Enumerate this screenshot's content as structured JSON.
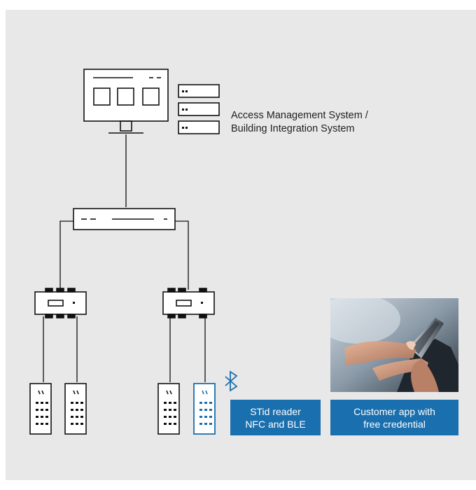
{
  "system_caption": {
    "line1": "Access Management System /",
    "line2": "Building Integration System"
  },
  "stid_label": {
    "line1": "STid reader",
    "line2": "NFC and BLE"
  },
  "app_label": {
    "line1": "Customer app with",
    "line2": "free credential"
  },
  "icons": {
    "server": "desktop-monitor-icon",
    "storage": "server-rack-icon",
    "switch": "network-switch-icon",
    "controller": "door-controller-icon",
    "reader": "card-reader-icon",
    "bluetooth": "bluetooth-icon",
    "photo": "smartphone-hand-photo"
  },
  "colors": {
    "background": "#e8e8e8",
    "line": "#111111",
    "accent": "#1a6fae",
    "label_text": "#ffffff"
  }
}
